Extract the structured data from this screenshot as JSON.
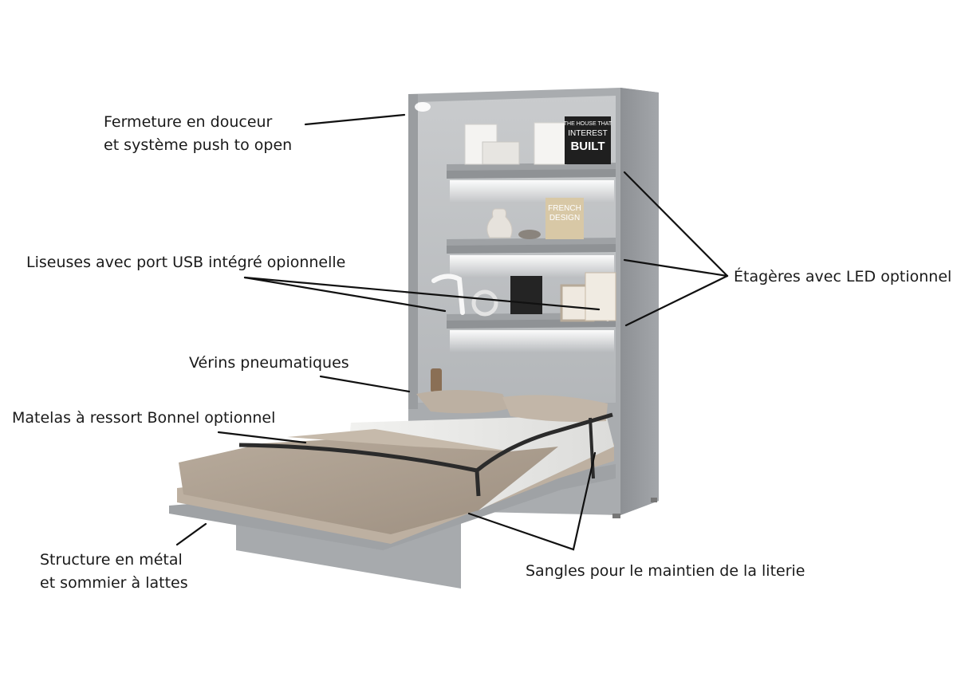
{
  "labels": {
    "soft_close": [
      "Fermeture en douceur",
      "et système push to open"
    ],
    "reading_lamps": "Liseuses avec port USB intégré opionnelle",
    "shelves_led": "Étagères avec LED optionnel",
    "gas_pistons": "Vérins pneumatiques",
    "mattress": "Matelas à ressort Bonnel optionnel",
    "metal_frame": [
      "Structure en métal",
      "et sommier à lattes"
    ],
    "straps": "Sangles pour le maintien de la literie"
  },
  "books": {
    "house": [
      "THE HOUSE THAT",
      "INTEREST",
      "BUILT"
    ],
    "french_design": [
      "FRENCH",
      "DESIGN"
    ]
  }
}
